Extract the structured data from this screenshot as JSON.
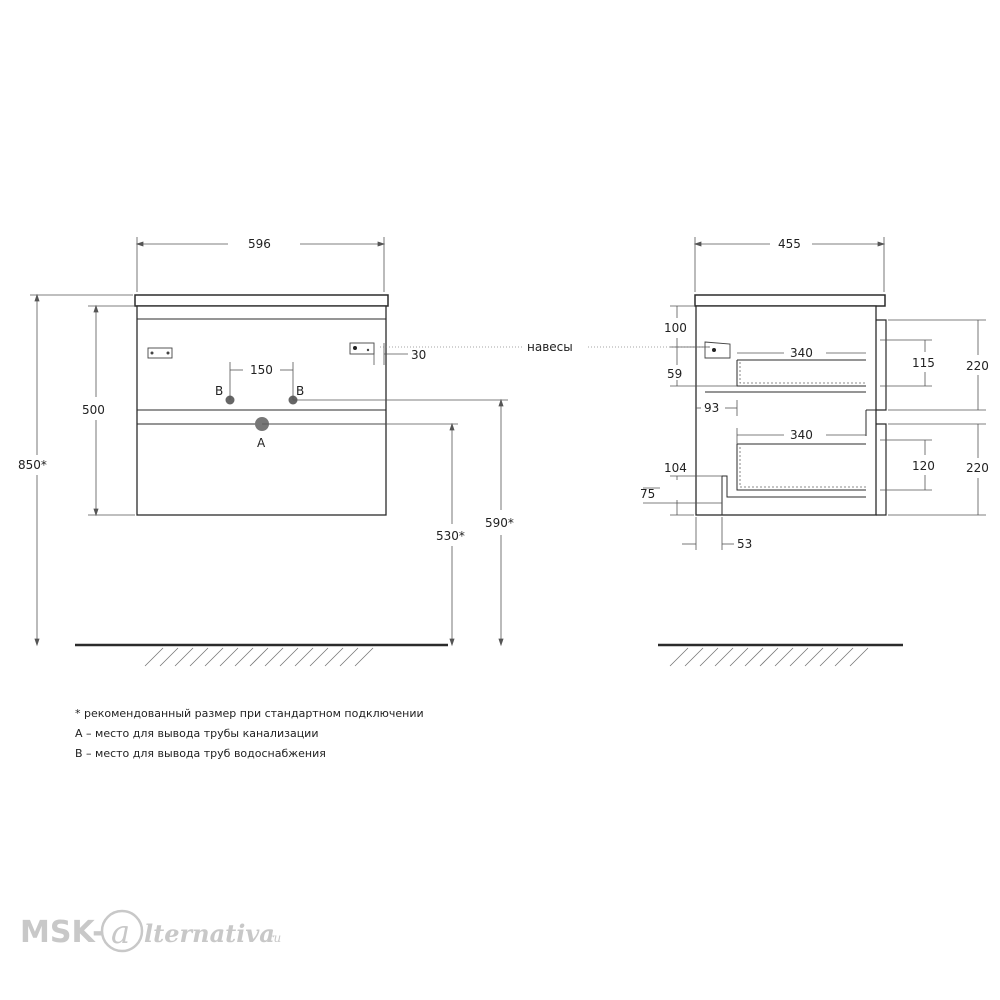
{
  "front_view": {
    "width": "596",
    "height_body": "500",
    "height_total": "850*",
    "pipe_spacing": "150",
    "hinge_offset": "30",
    "label_b_left": "B",
    "label_b_right": "B",
    "label_a": "A",
    "drain_height": "530*",
    "water_height": "590*"
  },
  "side_view": {
    "depth": "455",
    "hinge_label": "навесы",
    "top_offset": "100",
    "drawer_offset": "59",
    "inner_depth_top": "340",
    "inner_depth_bottom": "340",
    "drawer_top_inner": "115",
    "drawer_top_outer": "220",
    "drawer_bottom_inner": "120",
    "drawer_bottom_outer": "220",
    "setback": "93",
    "bottom_104": "104",
    "bottom_75": "75",
    "bottom_53": "53"
  },
  "notes": {
    "line1": "* рекомендованный размер при стандартном подключении",
    "line2": "A – место для вывода трубы канализации",
    "line3": "B – место для вывода труб водоснабжения"
  },
  "logo": {
    "text_left": "MSK-",
    "text_right": "lternativa",
    "domain": ".ru"
  },
  "colors": {
    "line": "#2b2b2b",
    "dim": "#555555",
    "logo": "#c8c8c8"
  }
}
